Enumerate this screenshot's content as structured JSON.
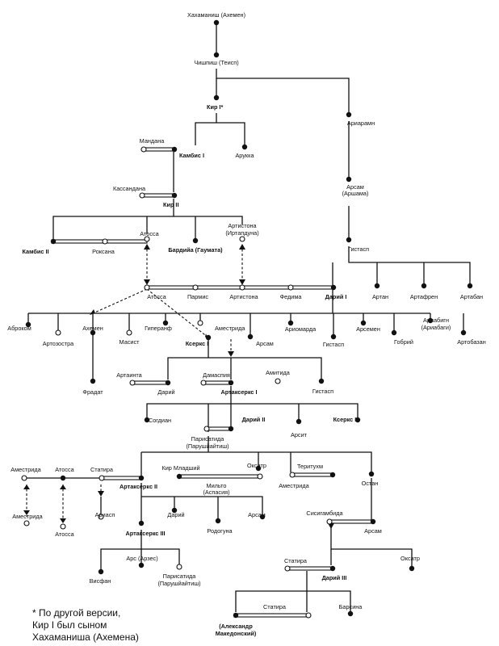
{
  "people": {
    "hakhamanish": "Хахаманиш (Ахемен)",
    "chishpish": "Чишпиш (Теисп)",
    "kir1": "Кир I*",
    "ariaramn": "Ариарамн",
    "mandana": "Мандана",
    "kambis1": "Камбис I",
    "arukka": "Арукка",
    "arsam1": "Арсам",
    "arsam1_alt": "(Аршама)",
    "kassandana": "Кассандана",
    "kir2": "Кир II",
    "atossa_top": "Атосса",
    "artistona_top": "Артистона",
    "artistona_top_alt": "(Иртапдуна)",
    "kambis2": "Камбис II",
    "roksana": "Роксана",
    "bardiya": "Бардийа (Гаумата)",
    "gistasp1": "Гистасп",
    "atossa_mid": "Атосса",
    "parmis": "Пармис",
    "artistona_mid": "Артистона",
    "fedima": "Федима",
    "darius1": "Дарий I",
    "artan": "Артан",
    "artafren": "Артафрен",
    "artaban": "Артабан",
    "abrokom": "Аброком",
    "artozostra": "Артозостра",
    "ahemen": "Ахемен",
    "masist": "Масист",
    "giperanf": "Гиперанф",
    "amestrida1": "Аместрида",
    "kserks1": "Ксеркс I",
    "arsam2": "Арсам",
    "ariomarda": "Ариомарда",
    "gistasp2": "Гистасп",
    "arsemen": "Арсемен",
    "gobriy": "Гобрий",
    "ariabign": "Ариабигн",
    "ariabign_alt": "(Ариабаги)",
    "artobazan": "Артобазан",
    "fradat": "Фрадат",
    "artainta": "Артаинта",
    "dariy_son": "Дарий",
    "damaspia": "Дамаспия",
    "amitida": "Амитида",
    "artakserks1": "Артаксеркс I",
    "gistasp3": "Гистасп",
    "sogdian": "Согдиан",
    "darius2": "Дарий II",
    "kserks2": "Ксеркс II",
    "parisatida1": "Парисатида",
    "parisatida1_alt": "(Парушйайтиш)",
    "arsit": "Арсит",
    "amestrida_l": "Аместрида",
    "atossa_l": "Атосса",
    "statira_l": "Статира",
    "artakserks2": "Артаксеркс II",
    "kir_younger": "Кир Младший",
    "milto": "Мильто",
    "milto_alt": "(Аспасия)",
    "oksatr1": "Оксатр",
    "amestrida3": "Аместрида",
    "terituhm": "Теритухм",
    "ostan": "Остан",
    "amestrida4": "Аместрида",
    "atossa4": "Атосса",
    "ariasp": "Ариасп",
    "ariay": "Дарий",
    "artakserks3": "Артаксеркс III",
    "rodoguna": "Родогуна",
    "arsam3": "Арсам",
    "sisigambida": "Сисигамбида",
    "arsam4": "Арсам",
    "ars": "Арс (Арзес)",
    "oksatr2": "Оксатр",
    "statira2": "Статира",
    "vicefan": "Висфан",
    "parisatida2": "Парисатида",
    "parisatida2_alt": "(Парушйайтиш)",
    "darius3": "Дарий III",
    "statira3": "Статира",
    "barsina": "Барсина",
    "alexander": "(Александр",
    "alexander_alt": "Македонский)"
  },
  "footnote": {
    "line1": "* По другой версии,",
    "line2": "Кир I был сыном",
    "line3": "Хахаманиша (Ахемена)"
  }
}
